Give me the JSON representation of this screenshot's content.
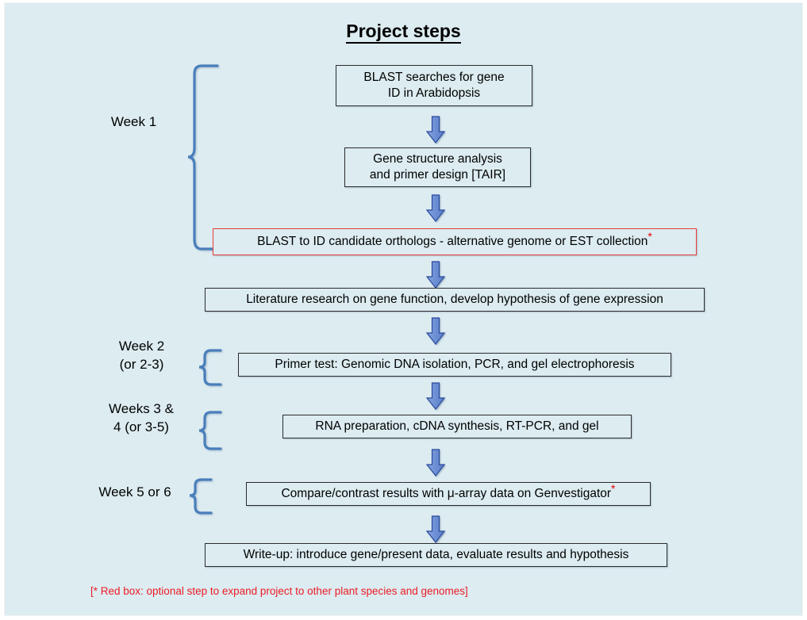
{
  "title": "Project steps",
  "colors": {
    "background": "#dcecf1",
    "box_border": "#2b2b2b",
    "red_border": "#ec3a3a",
    "red_text": "#ec1c24",
    "arrow_fill": "#6e91d4",
    "arrow_stroke": "#2a4a9e",
    "brace": "#4a7ebb"
  },
  "week_labels": [
    {
      "id": "week-1",
      "text": "Week 1"
    },
    {
      "id": "week-2",
      "text": "Week 2\n(or 2-3)"
    },
    {
      "id": "weeks-3-4",
      "text": "Weeks 3 &\n4 (or 3-5)"
    },
    {
      "id": "week-5-6",
      "text": "Week 5 or 6"
    }
  ],
  "steps": [
    {
      "id": "blast-search",
      "line1": "BLAST searches for gene",
      "line2": "ID in Arabidopsis",
      "optional": false
    },
    {
      "id": "gene-structure",
      "line1": "Gene structure analysis",
      "line2": "and primer design [TAIR]",
      "optional": false
    },
    {
      "id": "blast-orthologs",
      "line1": "BLAST to ID candidate orthologs -  alternative genome or EST collection",
      "line2": "",
      "optional": true
    },
    {
      "id": "literature-research",
      "line1": "Literature research on gene function, develop hypothesis of gene expression",
      "line2": "",
      "optional": false
    },
    {
      "id": "primer-test",
      "line1": "Primer test: Genomic DNA isolation, PCR, and gel electrophoresis",
      "line2": "",
      "optional": false
    },
    {
      "id": "rna-prep",
      "line1": "RNA preparation, cDNA synthesis, RT-PCR, and gel",
      "line2": "",
      "optional": false
    },
    {
      "id": "compare-contrast",
      "line1": "Compare/contrast results with μ-array data on Genvestigator",
      "line2": "",
      "optional": true
    },
    {
      "id": "write-up",
      "line1": "Write-up: introduce gene/present data, evaluate results and hypothesis",
      "line2": "",
      "optional": false
    }
  ],
  "optional_marker": "*",
  "footnote": "[* Red box: optional step to expand project to other plant species and genomes]"
}
